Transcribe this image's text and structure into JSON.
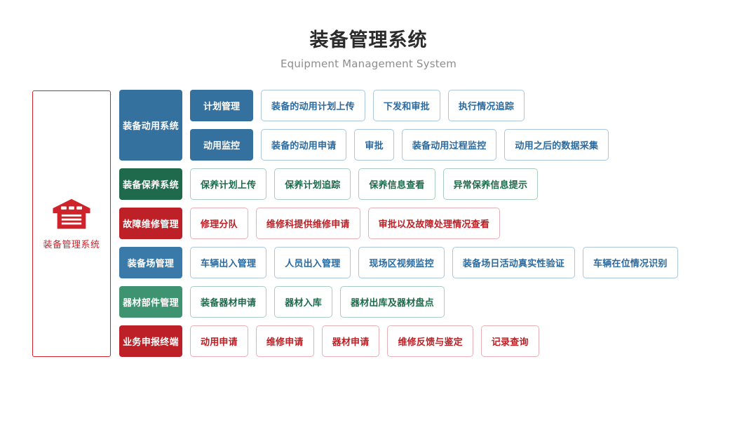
{
  "header": {
    "title": "装备管理系统",
    "subtitle": "Equipment Management System"
  },
  "hero": {
    "icon": "warehouse-icon",
    "label": "装备管理系统",
    "border_color": "#d0242c",
    "accent_color": "#cf222a"
  },
  "palette": {
    "blue": "#34719e",
    "blue_light": "#3a7aa8",
    "green_dark": "#1f6a4d",
    "green_light": "#3e9471",
    "red": "#bd2026",
    "outline_blue_border": "#a9c6dd",
    "outline_blue_text": "#2c6a9e",
    "outline_green_border": "#a9cdbd",
    "outline_green_text": "#1f6a4d",
    "outline_red_border": "#e8b0b4",
    "outline_red_text": "#bd2026"
  },
  "rows": [
    {
      "category": "装备动用系统",
      "theme": "blue",
      "subrows": [
        {
          "group": "计划管理",
          "items": [
            "装备的动用计划上传",
            "下发和审批",
            "执行情况追踪"
          ]
        },
        {
          "group": "动用监控",
          "items": [
            "装备的动用申请",
            "审批",
            "装备动用过程监控",
            "动用之后的数据采集"
          ]
        }
      ]
    },
    {
      "category": "装备保养系统",
      "theme": "green-dark",
      "subrows": [
        {
          "group": null,
          "items": [
            "保养计划上传",
            "保养计划追踪",
            "保养信息查看",
            "异常保养信息提示"
          ]
        }
      ]
    },
    {
      "category": "故障维修管理",
      "theme": "red",
      "subrows": [
        {
          "group": null,
          "items": [
            "修理分队",
            "维修科提供维修申请",
            "审批以及故障处理情况查看"
          ]
        }
      ]
    },
    {
      "category": "装备场管理",
      "theme": "blue-light",
      "subrows": [
        {
          "group": null,
          "items": [
            "车辆出入管理",
            "人员出入管理",
            "现场区视频监控",
            "装备场日活动真实性验证",
            "车辆在位情况识别"
          ]
        }
      ]
    },
    {
      "category": "器材部件管理",
      "theme": "green-light",
      "subrows": [
        {
          "group": null,
          "items": [
            "装备器材申请",
            "器材入库",
            "器材出库及器材盘点"
          ]
        }
      ]
    },
    {
      "category": "业务申报终端",
      "theme": "red",
      "subrows": [
        {
          "group": null,
          "items": [
            "动用申请",
            "维修申请",
            "器材申请",
            "维修反馈与鉴定",
            "记录查询"
          ]
        }
      ]
    }
  ]
}
